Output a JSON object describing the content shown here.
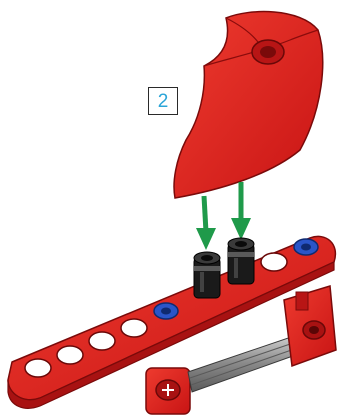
{
  "step": {
    "number": "2"
  },
  "colors": {
    "brick_red": "#d81e1e",
    "brick_shadow": "#9e1010",
    "brick_highlight": "#ee4a3a",
    "peg_black": "#1a1a1a",
    "peg_blue": "#2a55c8",
    "arrow_green": "#1f9a4a",
    "axle_gray": "#9a9a9a",
    "step_text": "#2aa5d8"
  },
  "icons": [
    "red-axe-blade-part",
    "green-arrow-icon",
    "black-friction-peg",
    "blue-connector-peg",
    "red-beam-part",
    "gray-axle-part"
  ]
}
